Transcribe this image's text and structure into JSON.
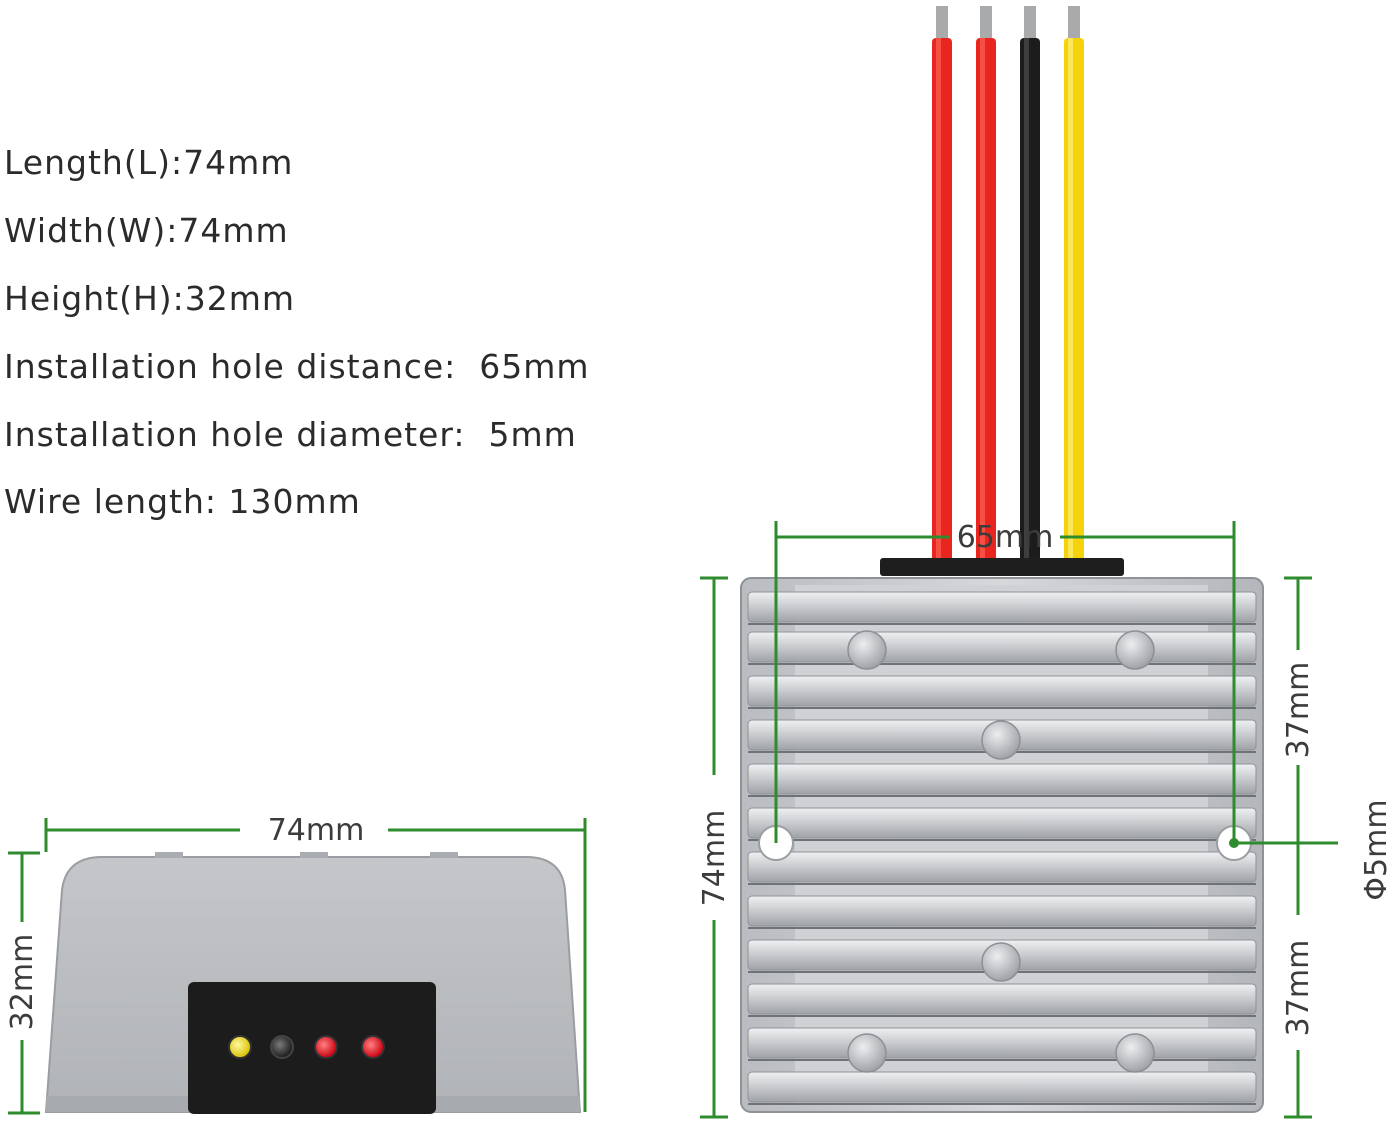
{
  "specs": [
    "Length(L):74mm",
    "Width(W):74mm",
    "Height(H):32mm",
    "Installation hole distance:  65mm",
    "Installation hole diameter:  5mm",
    "Wire length: 130mm"
  ],
  "dimensions": {
    "hole_distance": "65mm",
    "length": "74mm",
    "half_upper": "37mm",
    "half_lower": "37mm",
    "hole_diameter": "Φ5mm",
    "side_width": "74mm",
    "side_height": "32mm"
  },
  "colors": {
    "wire_red": "#e8261f",
    "wire_black": "#1c1c1c",
    "wire_yellow": "#f5d20c",
    "dimension_line": "#2e8b2e",
    "housing": "#c9cbce"
  },
  "wires": [
    "red",
    "red",
    "black",
    "yellow"
  ]
}
